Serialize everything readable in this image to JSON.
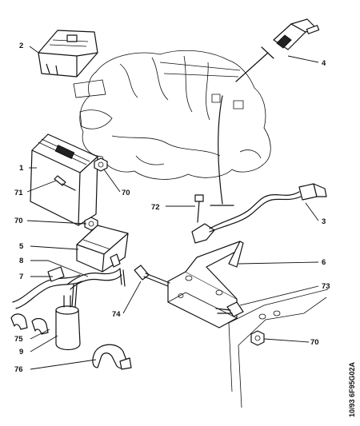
{
  "callouts": {
    "c1": "1",
    "c2": "2",
    "c3": "3",
    "c4": "4",
    "c5": "5",
    "c6": "6",
    "c7": "7",
    "c8": "8",
    "c9": "9",
    "c70a": "70",
    "c70b": "70",
    "c70c": "70",
    "c71": "71",
    "c72": "72",
    "c73": "73",
    "c74": "74",
    "c75": "75",
    "c76": "76"
  },
  "reference_code": "10/93  6F95G02A"
}
